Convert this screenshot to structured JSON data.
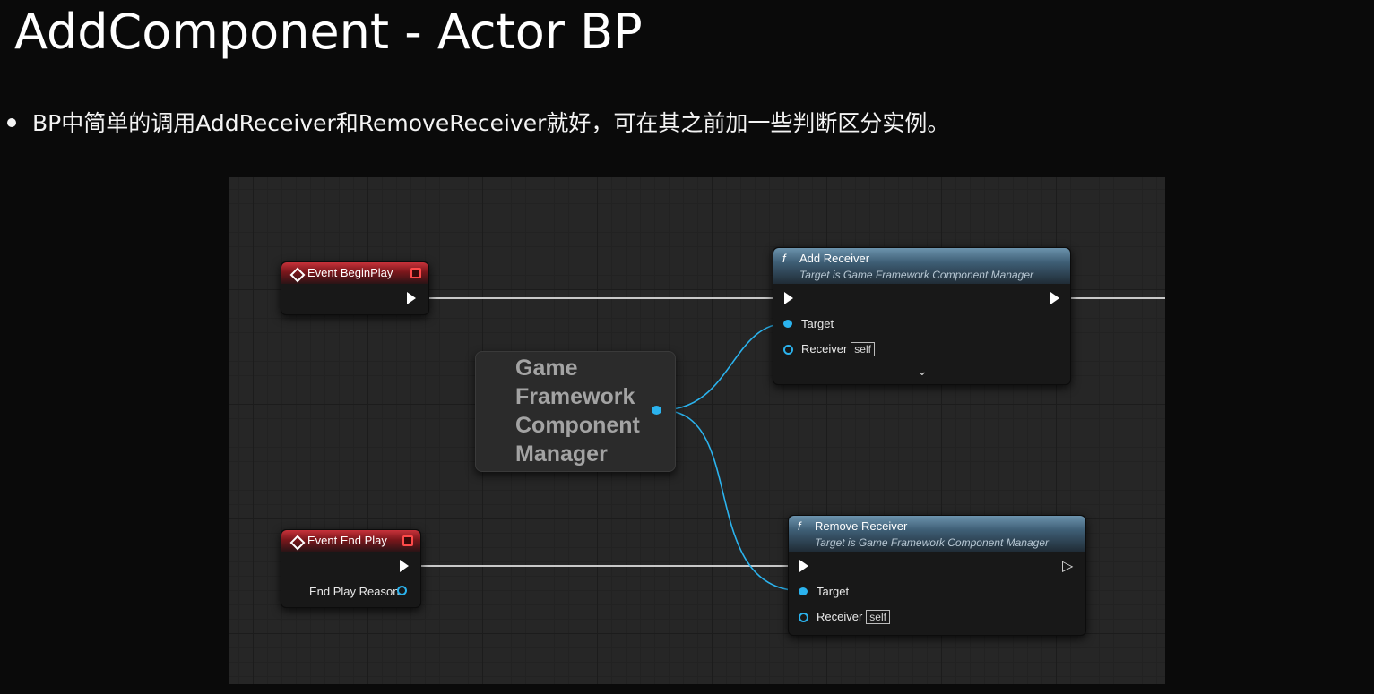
{
  "slide": {
    "title": "AddComponent - Actor BP",
    "bullet": "BP中简单的调用AddReceiver和RemoveReceiver就好，可在其之前加一些判断区分实例。"
  },
  "graph": {
    "colors": {
      "exec_wire": "#c8c8c8",
      "data_wire": "#2bb3ee",
      "event_header": "#b52a31",
      "func_header": "#4f7188"
    },
    "nodes": {
      "begin_play": {
        "title": "Event BeginPlay"
      },
      "end_play": {
        "title": "Event End Play",
        "pin_end_play_reason": "End Play Reason"
      },
      "gfcm": {
        "label": "Game Framework Component Manager"
      },
      "add_receiver": {
        "title": "Add Receiver",
        "subtitle": "Target is Game Framework Component Manager",
        "pin_target": "Target",
        "pin_receiver": "Receiver",
        "receiver_default": "self",
        "function_icon": "f"
      },
      "remove_receiver": {
        "title": "Remove Receiver",
        "subtitle": "Target is Game Framework Component Manager",
        "pin_target": "Target",
        "pin_receiver": "Receiver",
        "receiver_default": "self",
        "function_icon": "f"
      }
    }
  }
}
